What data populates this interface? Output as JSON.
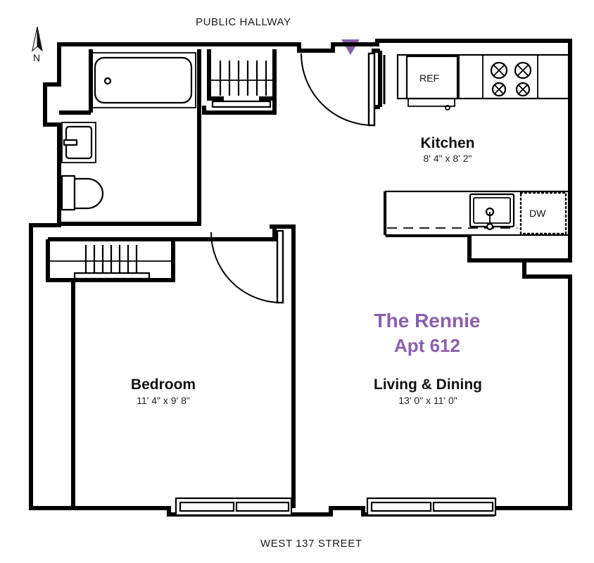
{
  "plan": {
    "unit": {
      "building_name": "The Rennie",
      "apartment": "Apt 612"
    },
    "exterior_labels": {
      "top": "PUBLIC HALLWAY",
      "bottom": "WEST 137 STREET"
    },
    "compass": {
      "label": "N",
      "icon": "north-arrow-icon"
    },
    "entry_marker": {
      "icon": "entry-door-triangle-icon",
      "color": "#8a5fae"
    },
    "accent_color": "#8a5fae",
    "wall_color": "#000000",
    "rooms": [
      {
        "key": "kitchen",
        "name": "Kitchen",
        "dimensions": "8' 4\" x 8' 2\""
      },
      {
        "key": "living_dining",
        "name": "Living & Dining",
        "dimensions": "13' 0\" x 11' 0\""
      },
      {
        "key": "bedroom",
        "name": "Bedroom",
        "dimensions": "11' 4\" x 9' 8\""
      }
    ],
    "appliances": [
      {
        "key": "refrigerator",
        "label": "REF",
        "icon": "refrigerator-icon"
      },
      {
        "key": "range",
        "label": "",
        "icon": "four-burner-stove-icon"
      },
      {
        "key": "dishwasher",
        "label": "DW",
        "icon": "dishwasher-icon"
      },
      {
        "key": "kitchen_sink",
        "label": "",
        "icon": "sink-icon"
      }
    ],
    "fixtures": [
      {
        "key": "bathtub",
        "icon": "bathtub-icon"
      },
      {
        "key": "toilet",
        "icon": "toilet-icon"
      },
      {
        "key": "vanity",
        "icon": "bathroom-sink-icon"
      },
      {
        "key": "hall_closet",
        "icon": "closet-hanging-rod-icon"
      },
      {
        "key": "bedroom_closet",
        "icon": "closet-hanging-rod-icon"
      }
    ],
    "doors": [
      {
        "key": "entry_door",
        "icon": "swing-door-icon"
      },
      {
        "key": "bedroom_door",
        "icon": "swing-door-icon"
      }
    ],
    "windows": [
      {
        "key": "bedroom_window",
        "icon": "double-window-icon"
      },
      {
        "key": "living_window",
        "icon": "double-window-icon"
      }
    ]
  }
}
